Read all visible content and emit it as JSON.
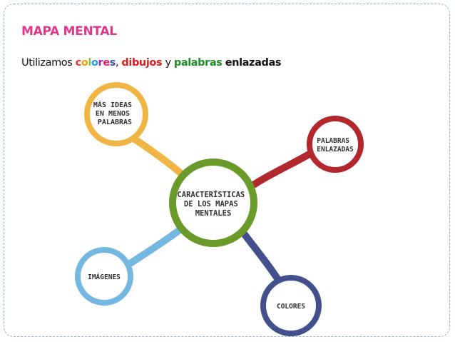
{
  "slide": {
    "title": "MAPA MENTAL",
    "title_color": "#e2368a",
    "subtitle": {
      "lead": "Utilizamos ",
      "word_colors": "colores",
      "comma": ", ",
      "word_dibujos": "dibujos",
      "and": " y ",
      "word_palabras": "palabras",
      "space": " ",
      "word_enlazadas": "enlazadas",
      "colors": {
        "c": "#e43b2c",
        "o1": "#f39c12",
        "l": "#8bc34a",
        "o2": "#2196f3",
        "r": "#9c27b0",
        "e": "#e91e63",
        "s": "#3f51b5",
        "dibujos": "#d7201f",
        "palabras": "#1f8e2a",
        "enlazadas": "#111111"
      }
    }
  },
  "mind_map": {
    "center": {
      "lines": [
        "CARACTERÍSTICAS",
        "DE LOS MAPAS",
        "MENTALES"
      ],
      "color": "#6a9a2a"
    },
    "nodes": [
      {
        "id": "mas-ideas",
        "lines": [
          "MÁS IDEAS",
          "EN MENOS",
          "PALABRAS"
        ],
        "color": "#f0b545"
      },
      {
        "id": "palabras-enlazadas",
        "lines": [
          "PALABRAS",
          "ENLAZADAS"
        ],
        "color": "#b3282d"
      },
      {
        "id": "imagenes",
        "lines": [
          "IMÁGENES"
        ],
        "color": "#74b8e2"
      },
      {
        "id": "colores",
        "lines": [
          "COLORES"
        ],
        "color": "#44508d"
      }
    ]
  }
}
